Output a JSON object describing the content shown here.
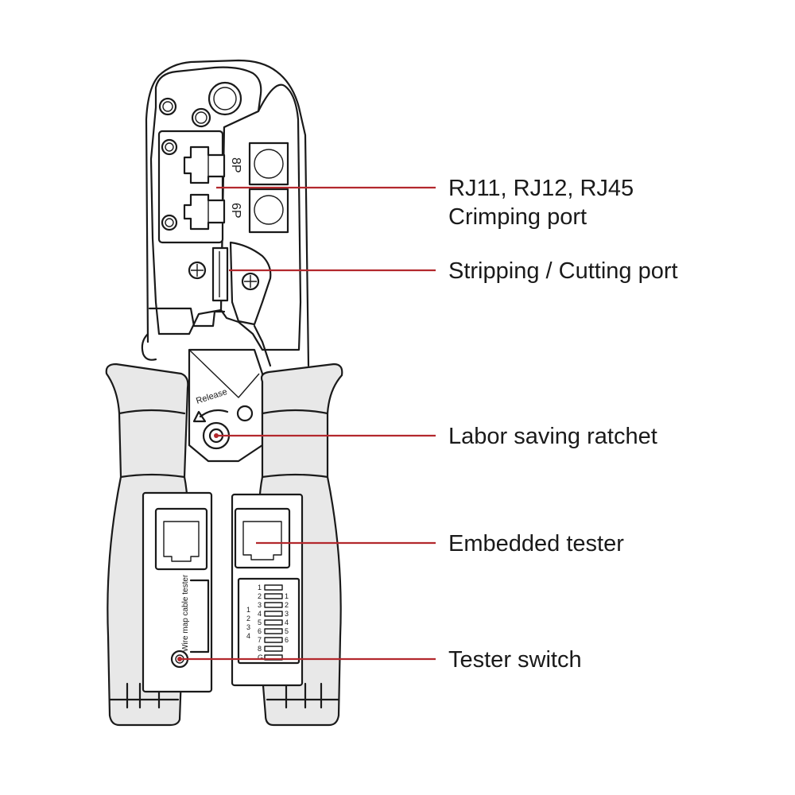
{
  "colors": {
    "leader": "#b3282d",
    "ink": "#1a1a1a",
    "background": "#ffffff"
  },
  "tool": {
    "port_8p": "8P",
    "port_6p": "6P",
    "release": "Release",
    "tester_caption": "Wire map cable tester",
    "pin_list_a": [
      "1",
      "2",
      "3",
      "4",
      "5",
      "6",
      "7",
      "8",
      "G"
    ],
    "pin_list_b": [
      "1",
      "2",
      "3",
      "4",
      "5",
      "6"
    ],
    "pin_list_c": [
      "1",
      "2",
      "3",
      "4"
    ]
  },
  "callouts": {
    "crimping_port_line1": "RJ11, RJ12, RJ45",
    "crimping_port_line2": "Crimping port",
    "stripping_port": "Stripping / Cutting port",
    "ratchet": "Labor saving ratchet",
    "tester": "Embedded tester",
    "tester_switch": "Tester switch"
  }
}
